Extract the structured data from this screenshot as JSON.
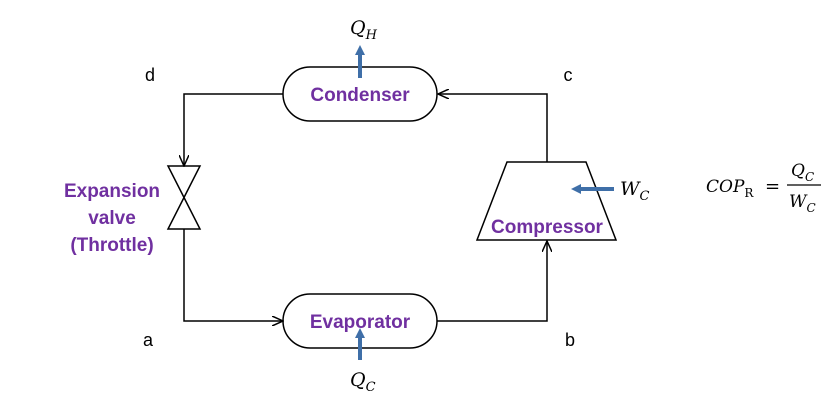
{
  "components": {
    "condenser": "Condenser",
    "evaporator": "Evaporator",
    "compressor": "Compressor",
    "valve_line1": "Expansion",
    "valve_line2": "valve",
    "valve_line3": "(Throttle)"
  },
  "states": {
    "a": "a",
    "b": "b",
    "c": "c",
    "d": "d"
  },
  "heat_flows": {
    "qh_base": "Q",
    "qh_sub": "H",
    "qc_base": "Q",
    "qc_sub": "C",
    "wc_base": "W",
    "wc_sub": "C"
  },
  "equation": {
    "lhs_base": "COP",
    "lhs_sub": "R",
    "equals": "=",
    "num_base": "Q",
    "num_sub": "C",
    "den_base": "W",
    "den_sub": "C"
  },
  "colors": {
    "component_text": "#7030a0",
    "heat_arrow": "#3f6fa8"
  }
}
